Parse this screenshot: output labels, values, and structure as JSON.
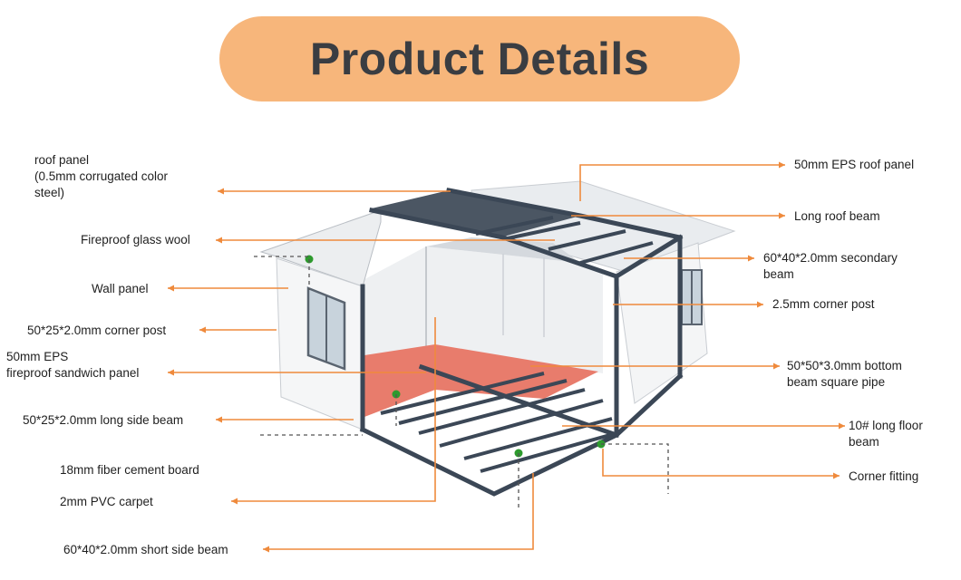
{
  "title": "Product Details",
  "colors": {
    "banner": "#f7b67b",
    "title_text": "#3a3d42",
    "leader": "#ef8a3c",
    "frame": "#3b4756",
    "floor": "#e8796a"
  },
  "labels_left": {
    "roof_panel": [
      "roof panel",
      "(0.5mm corrugated color",
      "steel)"
    ],
    "glass_wool": [
      "Fireproof glass wool"
    ],
    "wall_panel": [
      "Wall panel"
    ],
    "corner_post_small": [
      "50*25*2.0mm corner post"
    ],
    "sandwich_panel": [
      "50mm EPS",
      "fireproof sandwich panel"
    ],
    "long_side_beam": [
      "50*25*2.0mm long side beam"
    ],
    "cement_board": [
      "18mm fiber cement board"
    ],
    "pvc_carpet": [
      "2mm PVC carpet"
    ],
    "short_side_beam": [
      "60*40*2.0mm short side beam"
    ]
  },
  "labels_right": {
    "eps_roof_panel": [
      "50mm EPS roof panel"
    ],
    "long_roof_beam": [
      "Long roof beam"
    ],
    "secondary_beam": [
      "60*40*2.0mm secondary",
      "beam"
    ],
    "corner_post_large": [
      "2.5mm corner post"
    ],
    "bottom_beam": [
      "50*50*3.0mm bottom",
      "beam square pipe"
    ],
    "floor_beam": [
      "10# long floor",
      "beam"
    ],
    "corner_fitting": [
      "Corner fitting"
    ]
  }
}
